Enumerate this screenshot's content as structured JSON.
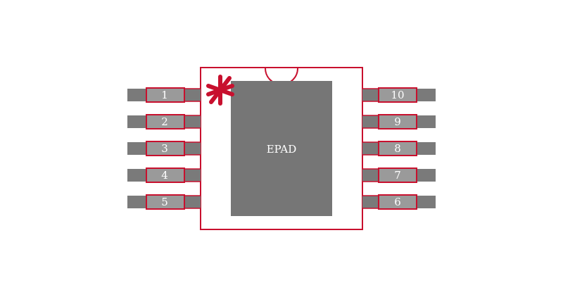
{
  "package": {
    "epad_label": "EPAD",
    "pin1_marker": "*",
    "left_pins": [
      "1",
      "2",
      "3",
      "4",
      "5"
    ],
    "right_pins": [
      "10",
      "9",
      "8",
      "7",
      "6"
    ]
  },
  "colors": {
    "outline": "#c8102e",
    "lead": "#7a7a7a",
    "pad_fill": "#9a9a9a",
    "epad": "#767676",
    "background": "#ffffff"
  }
}
